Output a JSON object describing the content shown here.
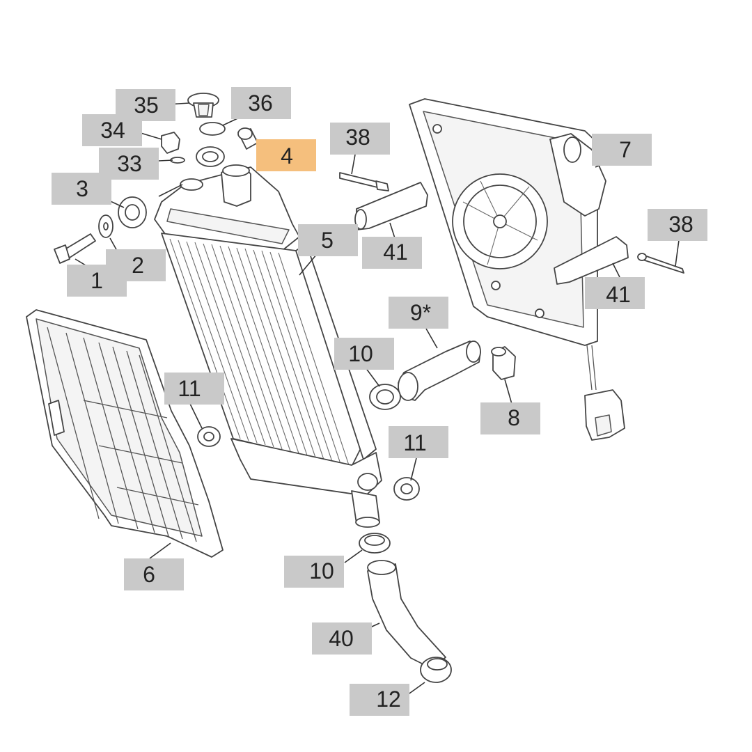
{
  "callouts": [
    {
      "id": "1",
      "label": "1"
    },
    {
      "id": "2",
      "label": "2"
    },
    {
      "id": "3",
      "label": "3"
    },
    {
      "id": "4",
      "label": "4",
      "highlighted": true
    },
    {
      "id": "5",
      "label": "5"
    },
    {
      "id": "6",
      "label": "6"
    },
    {
      "id": "7",
      "label": "7"
    },
    {
      "id": "8",
      "label": "8"
    },
    {
      "id": "9",
      "label": "9*"
    },
    {
      "id": "10a",
      "label": "10"
    },
    {
      "id": "10b",
      "label": "10"
    },
    {
      "id": "11a",
      "label": "11"
    },
    {
      "id": "11b",
      "label": "11"
    },
    {
      "id": "12",
      "label": "12"
    },
    {
      "id": "33",
      "label": "33"
    },
    {
      "id": "34",
      "label": "34"
    },
    {
      "id": "35",
      "label": "35"
    },
    {
      "id": "36",
      "label": "36"
    },
    {
      "id": "38a",
      "label": "38"
    },
    {
      "id": "38b",
      "label": "38"
    },
    {
      "id": "40",
      "label": "40"
    },
    {
      "id": "41a",
      "label": "41"
    },
    {
      "id": "41b",
      "label": "41"
    }
  ],
  "colors": {
    "callout_fill": "#c9c9c9",
    "highlight_fill": "#f5bf7d",
    "line_color": "#444444"
  }
}
